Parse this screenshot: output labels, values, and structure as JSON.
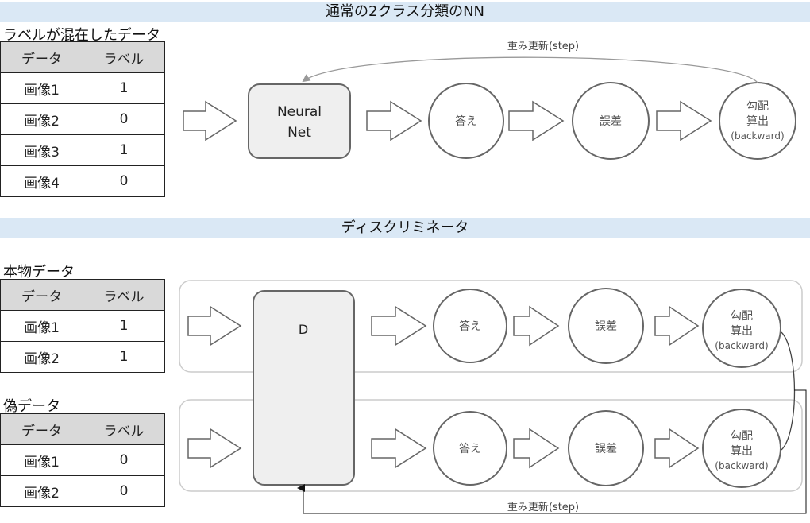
{
  "section1": {
    "banner": "通常の2クラス分類のNN",
    "table_caption": "ラベルが混在したデータ",
    "table": {
      "headers": [
        "データ",
        "ラベル"
      ],
      "rows": [
        [
          "画像1",
          "1"
        ],
        [
          "画像2",
          "0"
        ],
        [
          "画像3",
          "1"
        ],
        [
          "画像4",
          "0"
        ]
      ]
    },
    "net_label_line1": "Neural",
    "net_label_line2": "Net",
    "answer": "答え",
    "error": "誤差",
    "grad_line1": "勾配",
    "grad_line2": "算出",
    "grad_line3": "(backward)",
    "update_label": "重み更新(step)"
  },
  "section2": {
    "banner": "ディスクリミネータ",
    "real": {
      "caption": "本物データ",
      "headers": [
        "データ",
        "ラベル"
      ],
      "rows": [
        [
          "画像1",
          "1"
        ],
        [
          "画像2",
          "1"
        ]
      ]
    },
    "fake": {
      "caption": "偽データ",
      "headers": [
        "データ",
        "ラベル"
      ],
      "rows": [
        [
          "画像1",
          "0"
        ],
        [
          "画像2",
          "0"
        ]
      ]
    },
    "d_label": "D",
    "answer": "答え",
    "error": "誤差",
    "grad_line1": "勾配",
    "grad_line2": "算出",
    "grad_line3": "(backward)",
    "update_label": "重み更新(step)"
  }
}
